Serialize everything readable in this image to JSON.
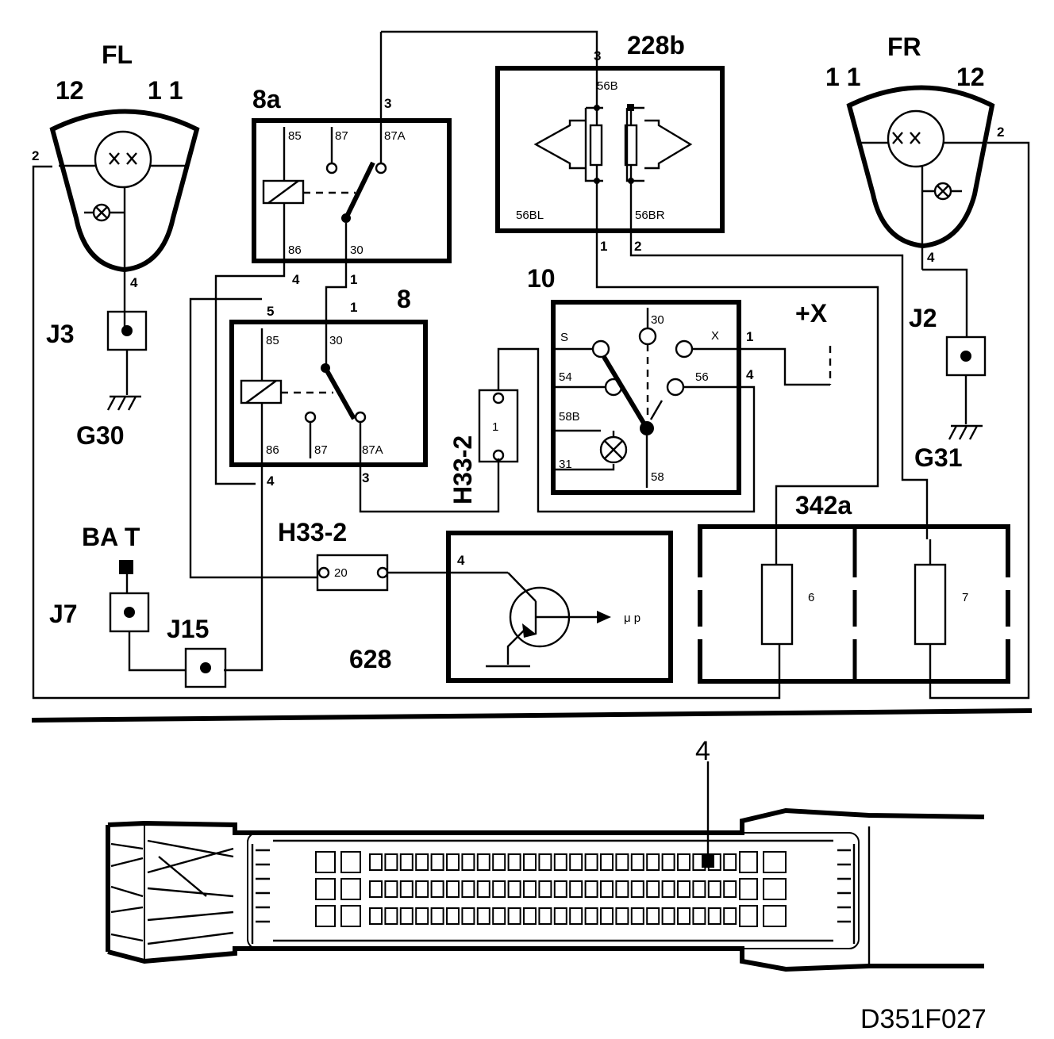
{
  "labels": {
    "fl": "FL",
    "fl_12": "12",
    "fl_11": "1 1",
    "fl_pin2": "2",
    "fl_pin4": "4",
    "fr": "FR",
    "fr_11": "1 1",
    "fr_12": "12",
    "fr_pin2": "2",
    "fr_pin4": "4",
    "j3": "J3",
    "g30": "G30",
    "j2": "J2",
    "g31": "G31",
    "bat": "BA  T",
    "j7": "J7",
    "j15": "J15",
    "relay_8a": "8a",
    "relay_8": "8",
    "r8a_85": "85",
    "r8a_87": "87",
    "r8a_87a": "87A",
    "r8a_86": "86",
    "r8a_30": "30",
    "r8_85": "85",
    "r8_30": "30",
    "r8_86": "86",
    "r8_87": "87",
    "r8_87a": "87A",
    "w3a": "3",
    "w4a": "4",
    "w1a": "1",
    "w1b": "1",
    "w5": "5",
    "w4b": "4",
    "w3b": "3",
    "unit_228b": "228b",
    "u228_3": "3",
    "u228_56b": "56B",
    "u228_56bl": "56BL",
    "u228_56br": "56BR",
    "u228_1": "1",
    "u228_2": "2",
    "switch_10": "10",
    "sw_s": "S",
    "sw_30": "30",
    "sw_x": "X",
    "sw_54": "54",
    "sw_56": "56",
    "sw_58b": "58B",
    "sw_31": "31",
    "sw_58": "58",
    "sw_1": "1",
    "sw_4": "4",
    "plus_x": "+X",
    "h33_top": "H33-2",
    "h33_top_pin": "1",
    "h33_bottom": "H33-2",
    "h33_bottom_pin": "20",
    "ecu_628": "628",
    "ecu_pin4": "4",
    "ecu_mu": "μ p",
    "fuse_342a": "342a",
    "fuse_6": "6",
    "fuse_7": "7",
    "connector_pin": "4",
    "figure_code": "D351F027"
  }
}
